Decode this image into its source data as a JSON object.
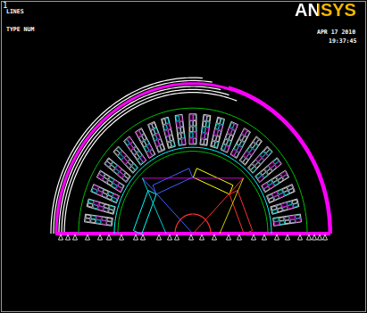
{
  "diagram": {
    "labels": [
      "1",
      "LINES",
      "TYPE NUM",
      "ANSYS",
      "APR 17 2010",
      "19:37:45"
    ]
  }
}
